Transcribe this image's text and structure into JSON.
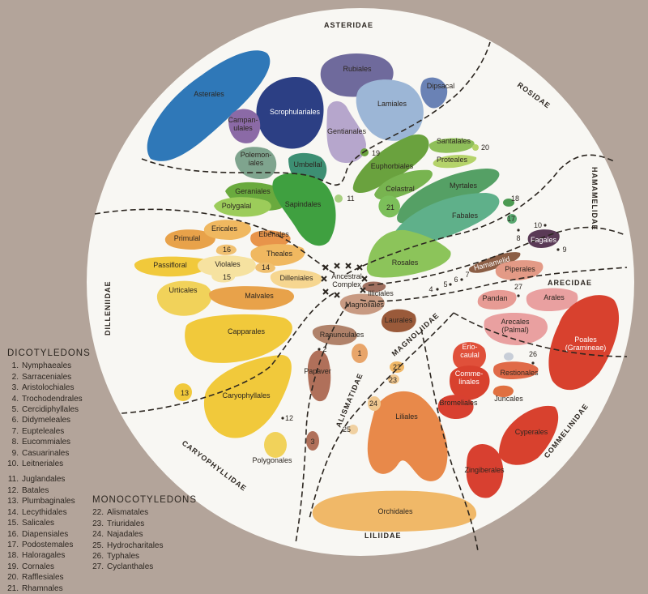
{
  "subclasses": {
    "asteridae": "ASTERIDAE",
    "rosidae": "ROSIDAE",
    "hamamelidae": "HAMAMELIDAE",
    "dilleniidae": "DILLENIIDAE",
    "caryophyllidae": "CARYOPHYLLIDAE",
    "magnoliidae": "MAGNOLIIDAE",
    "alismatidae": "ALISMATIDAE",
    "arecidae": "ARECIDAE",
    "commelinidae": "COMMELINIDAE",
    "liliidae": "LILIIDAE"
  },
  "center": {
    "line1": "Ancestral",
    "line2": "Complex"
  },
  "orders": {
    "asterales": "Asterales",
    "rubiales": "Rubiales",
    "dipsacales": "Dipsacal",
    "scrophulariales": "Scrophulariales",
    "lamiales": "Lamiales",
    "campanulales_1": "Campan-",
    "campanulales_2": "ulales",
    "gentianales": "Gentianales",
    "polemoniales_1": "Polemon-",
    "polemoniales_2": "iales",
    "umbellales": "Umbellal",
    "santalales": "Santalales",
    "proteales": "Proteales",
    "euphorbiales": "Euphorbiales",
    "geraniales": "Geraniales",
    "polygalales": "Polygalal",
    "sapindales": "Sapindales",
    "celastrales": "Celastral",
    "myrtales": "Myrtales",
    "fabales": "Fabales",
    "rosales": "Rosales",
    "fagales": "Fagales",
    "hamamelidales": "Hamamelid",
    "piperales": "Piperales",
    "pandanales": "Pandan",
    "arales": "Arales",
    "arecales_1": "Arecales",
    "arecales_2": "(Palmal)",
    "poales_1": "Poales",
    "poales_2": "(Gramineae)",
    "eriocaulales_1": "Erio-",
    "eriocaulales_2": "caulal",
    "commelinales_1": "Comme-",
    "commelinales_2": "linales",
    "restionales": "Restionales",
    "juncales": "Juncales",
    "bromeliales": "Bromeliales",
    "cyperales": "Cyperales",
    "zingiberales": "Zingiberales",
    "liliales": "Liliales",
    "orchidales": "Orchidales",
    "primulales": "Primulal",
    "ericales": "Ericales",
    "ebenales": "Ebenales",
    "passiflorales": "Passifloral",
    "violales": "Violales",
    "theales": "Theales",
    "dilleniales": "Dilleniales",
    "urticales": "Urticales",
    "malvales": "Malvales",
    "capparales": "Capparales",
    "caryophyllales": "Caryophyllales",
    "polygonales": "Polygonales",
    "illiciales": "Illiciales",
    "magnoliales": "Magnoliales",
    "laurales": "Laurales",
    "ranunculales": "Ranunculales",
    "papaver": "Papaver"
  },
  "numbers": {
    "n1": "1",
    "n2": "2",
    "n3": "3",
    "n4": "4",
    "n5": "5",
    "n6": "6",
    "n7": "7",
    "n8": "8",
    "n9": "9",
    "n10": "10",
    "n11": "11",
    "n12": "12",
    "n13": "13",
    "n14": "14",
    "n15": "15",
    "n16": "16",
    "n17": "17",
    "n18": "18",
    "n19": "19",
    "n20": "20",
    "n21": "21",
    "n22": "22",
    "n23": "23",
    "n24": "24",
    "n25": "25",
    "n26": "26",
    "n27": "27"
  },
  "legend": {
    "dicot_title": "DICOTYLEDONS",
    "dicots": [
      {
        "n": "1.",
        "name": "Nymphaeales"
      },
      {
        "n": "2.",
        "name": "Sarraceniales"
      },
      {
        "n": "3.",
        "name": "Aristolochiales"
      },
      {
        "n": "4.",
        "name": "Trochodendrales"
      },
      {
        "n": "5.",
        "name": "Cercidiphyllales"
      },
      {
        "n": "6.",
        "name": "Didymeleales"
      },
      {
        "n": "7.",
        "name": "Eupteleales"
      },
      {
        "n": "8.",
        "name": "Eucommiales"
      },
      {
        "n": "9.",
        "name": "Casuarinales"
      },
      {
        "n": "10.",
        "name": "Leitneriales"
      },
      {
        "n": "11.",
        "name": "Juglandales"
      },
      {
        "n": "12.",
        "name": "Batales"
      },
      {
        "n": "13.",
        "name": "Plumbaginales"
      },
      {
        "n": "14.",
        "name": "Lecythidales"
      },
      {
        "n": "15.",
        "name": "Salicales"
      },
      {
        "n": "16.",
        "name": "Diapensiales"
      },
      {
        "n": "17.",
        "name": "Podostemales"
      },
      {
        "n": "18.",
        "name": "Haloragales"
      },
      {
        "n": "19.",
        "name": "Cornales"
      },
      {
        "n": "20.",
        "name": "Rafflesiales"
      },
      {
        "n": "21.",
        "name": "Rhamnales"
      }
    ],
    "mono_title": "MONOCOTYLEDONS",
    "monos": [
      {
        "n": "22.",
        "name": "Alismatales"
      },
      {
        "n": "23.",
        "name": "Triuridales"
      },
      {
        "n": "24.",
        "name": "Najadales"
      },
      {
        "n": "25.",
        "name": "Hydrocharitales"
      },
      {
        "n": "26.",
        "name": "Typhales"
      },
      {
        "n": "27.",
        "name": "Cyclanthales"
      }
    ]
  },
  "colors": {
    "background": "#b3a49a",
    "circle": "#f8f7f3",
    "asterales": "#2f78b8",
    "scrophulariales": "#2c3f84",
    "rubiales": "#6f6a9c",
    "lamiales": "#9cb6d6",
    "green": "#6aa23e",
    "teal": "#5aa88c",
    "yellow": "#f1c93b",
    "orange": "#e8a24a",
    "red": "#d8412e",
    "pink": "#e9a0a0",
    "brown": "#9a5a3a"
  }
}
